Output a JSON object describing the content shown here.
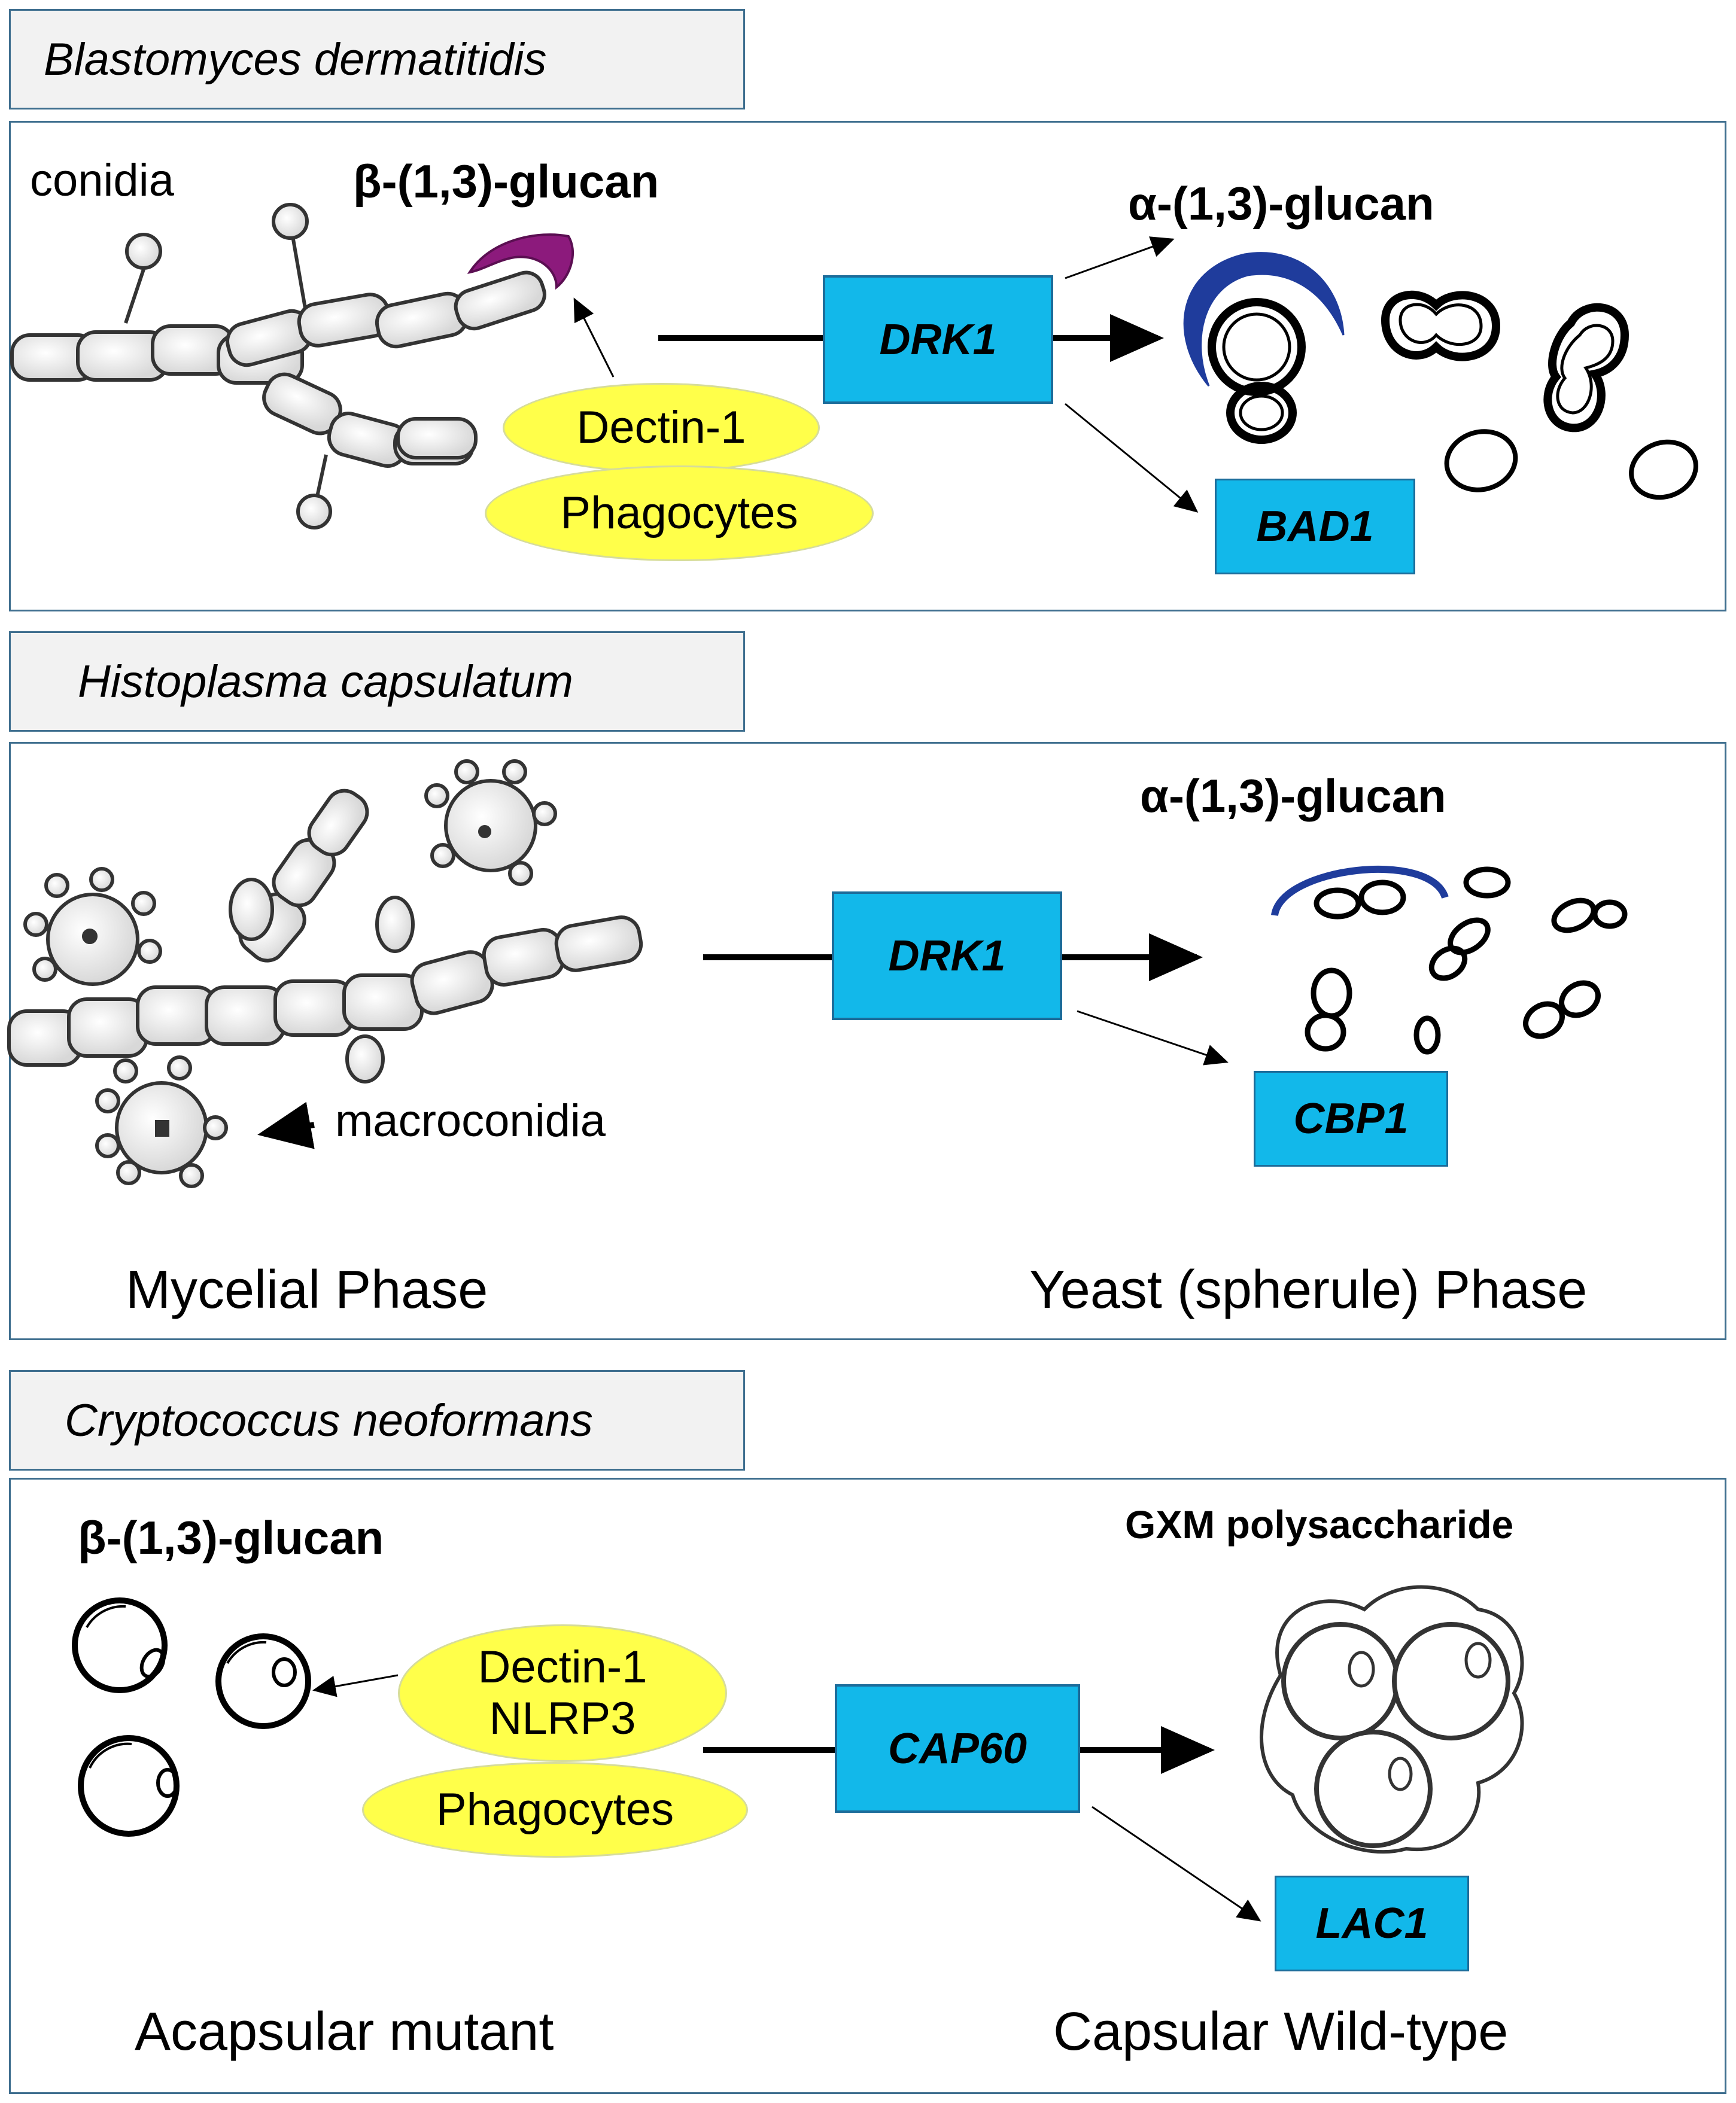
{
  "panel1": {
    "title": "Blastomyces dermatitidis",
    "conidia_label": "conidia",
    "beta_glucan_label": "β-(1,3)-glucan",
    "alpha_glucan_label": "α-(1,3)-glucan",
    "dectin_label": "Dectin-1",
    "phagocytes_label": "Phagocytes",
    "drk1_label": "DRK1",
    "bad1_label": "BAD1"
  },
  "panel2": {
    "title": "Histoplasma capsulatum",
    "alpha_glucan_label": "α-(1,3)-glucan",
    "drk1_label": "DRK1",
    "cbp1_label": "CBP1",
    "macroconidia_label": "macroconidia",
    "mycelial_label": "Mycelial Phase",
    "yeast_label": "Yeast (spherule) Phase"
  },
  "panel3": {
    "title": "Cryptococcus neoformans",
    "beta_glucan_label": "β-(1,3)-glucan",
    "gxm_label": "GXM polysaccharide",
    "dectin_label": "Dectin-1",
    "nlrp3_label": "NLRP3",
    "phagocytes_label": "Phagocytes",
    "cap60_label": "CAP60",
    "lac1_label": "LAC1",
    "acapsular_label": "Acapsular mutant",
    "capsular_label": "Capsular Wild-type"
  },
  "colors": {
    "gene_fill": "#12b8ea",
    "receptor_fill": "#ffff4a",
    "alpha_glucan_arc": "#1f3c9c",
    "beta_glucan_cap": "#8c1a7c",
    "title_fill": "#f2f2f2",
    "panel_border": "#3f6f8f"
  }
}
